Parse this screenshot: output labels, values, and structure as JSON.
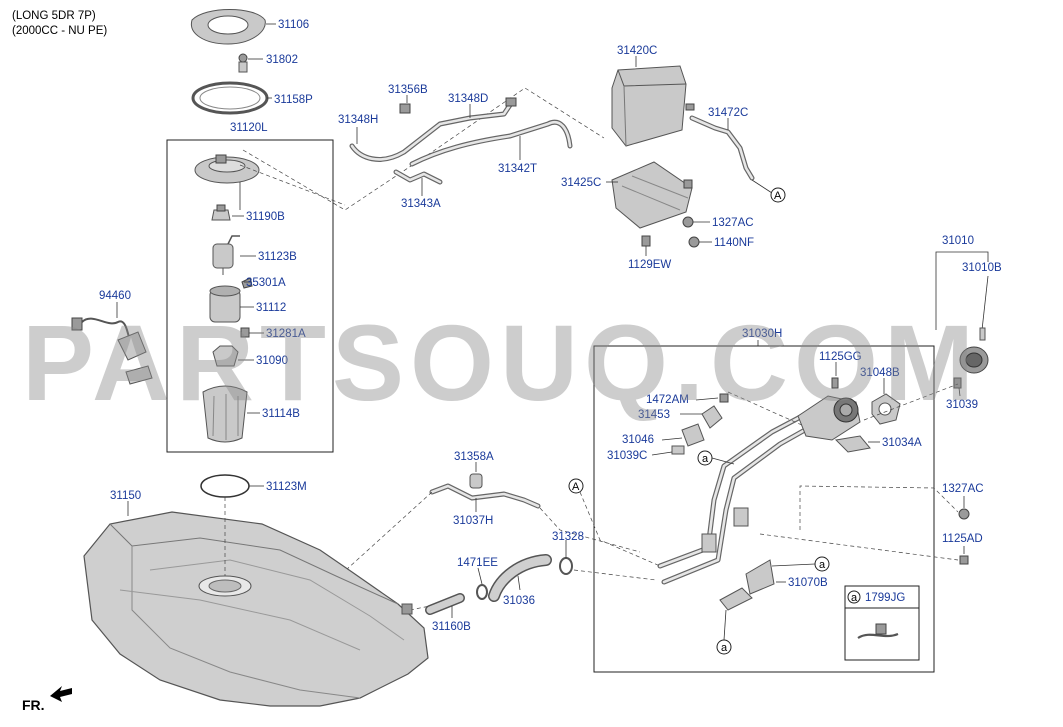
{
  "header": {
    "line1": "(LONG 5DR 7P)",
    "line2": "(2000CC - NU PE)"
  },
  "watermark": "PARTSOUQ.COM",
  "front_marker": "FR.",
  "callout_letter_a": "a",
  "callout_letter_A": "A",
  "parts": {
    "p31106": "31106",
    "p31802": "31802",
    "p31158P": "31158P",
    "p31120L": "31120L",
    "p31190B": "31190B",
    "p31123B": "31123B",
    "p35301A": "35301A",
    "p31112": "31112",
    "p31281A": "31281A",
    "p31090": "31090",
    "p31114B": "31114B",
    "p94460": "94460",
    "p31356B": "31356B",
    "p31348D": "31348D",
    "p31348H": "31348H",
    "p31342T": "31342T",
    "p31343A": "31343A",
    "p31420C": "31420C",
    "p31472C": "31472C",
    "p31425C": "31425C",
    "p1327AC_top": "1327AC",
    "p1140NF": "1140NF",
    "p1129EW": "1129EW",
    "p31010": "31010",
    "p31010B": "31010B",
    "p31030H": "31030H",
    "p1125GG": "1125GG",
    "p31048B": "31048B",
    "p31039_right": "31039",
    "p1472AM": "1472AM",
    "p31453": "31453",
    "p31046": "31046",
    "p31039C": "31039C",
    "p31034A": "31034A",
    "p31358A": "31358A",
    "p31037H": "31037H",
    "p31150": "31150",
    "p31123M": "31123M",
    "p1327AC_right": "1327AC",
    "p1125AD": "1125AD",
    "p31328": "31328",
    "p1471EE": "1471EE",
    "p31036": "31036",
    "p31160B": "31160B",
    "p31070B": "31070B",
    "p1799JG": "1799JG"
  },
  "colors": {
    "label": "#1a3a9a",
    "line": "#333333",
    "part": "#c9c9c9",
    "watermark": "#8a8a8a"
  }
}
